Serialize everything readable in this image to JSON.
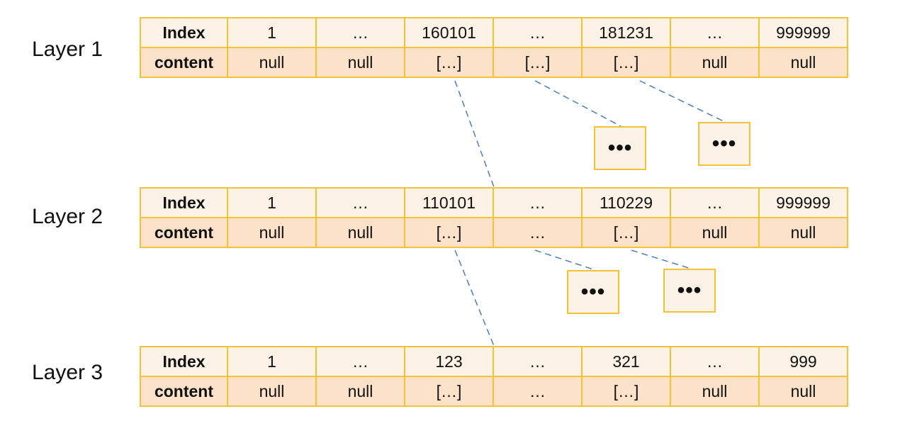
{
  "layers": [
    {
      "label": "Layer 1",
      "header": {
        "index": "Index",
        "content": "content"
      },
      "index": [
        "1",
        "…",
        "160101",
        "…",
        "181231",
        "…",
        "999999"
      ],
      "content": [
        "null",
        "null",
        "[…]",
        "[…]",
        "[…]",
        "null",
        "null"
      ]
    },
    {
      "label": "Layer 2",
      "header": {
        "index": "Index",
        "content": "content"
      },
      "index": [
        "1",
        "…",
        "110101",
        "…",
        "110229",
        "…",
        "999999"
      ],
      "content": [
        "null",
        "null",
        "[…]",
        "…",
        "[…]",
        "null",
        "null"
      ]
    },
    {
      "label": "Layer 3",
      "header": {
        "index": "Index",
        "content": "content"
      },
      "index": [
        "1",
        "…",
        "123",
        "…",
        "321",
        "…",
        "999"
      ],
      "content": [
        "null",
        "null",
        "[…]",
        "…",
        "[…]",
        "null",
        "null"
      ]
    }
  ],
  "boxes": [
    "•••",
    "•••",
    "•••",
    "•••"
  ],
  "colors": {
    "border": "#f4c236",
    "index_row": "#fdf2e6",
    "content_row": "#fbe2c8",
    "dashed_line": "#4a7bc4"
  }
}
